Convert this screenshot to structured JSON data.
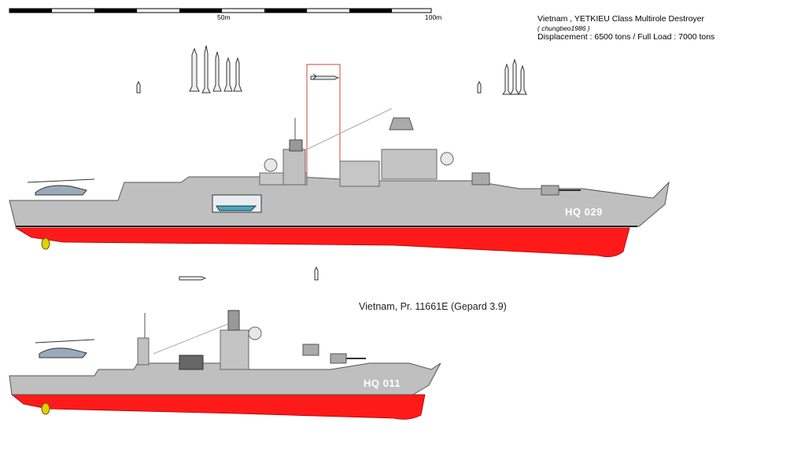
{
  "header": {
    "title": "Vietnam , YETKIEU Class  Multirole Destroyer",
    "author": "( chungbeo1986 )",
    "displacement": "Displacement : 6500 tons / Full Load : 7000 tons"
  },
  "scale": {
    "mid_label": "50m",
    "end_label": "100m"
  },
  "ship1": {
    "hull_number": "HQ 029",
    "hull_color": "#bfbfbf",
    "keel_color": "#ff1a1a"
  },
  "ship2": {
    "subtitle": "Vietnam, Pr. 11661E (Gepard 3.9)",
    "hull_number": "HQ 011",
    "hull_color": "#bfbfbf",
    "keel_color": "#ff1a1a"
  },
  "colors": {
    "highlight_box": "#d44040",
    "propeller": "#e0d000"
  }
}
